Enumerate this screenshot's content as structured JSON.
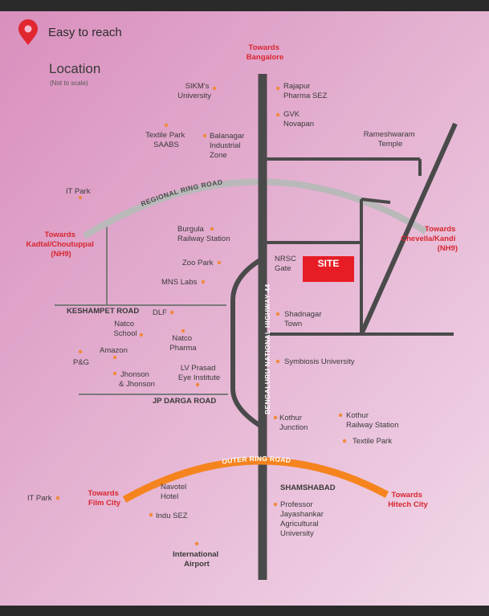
{
  "header": {
    "title": "Easy to reach",
    "pin_color": "#e0262e"
  },
  "legend": {
    "title": "Location",
    "subtitle": "(Not to scale)"
  },
  "colors": {
    "background_top": "#d98fbd",
    "background_bottom": "#f1d8e8",
    "road": "#4a4a4a",
    "regional_ring": "#b9b9b9",
    "outer_ring": "#f5841f",
    "site": "#e81c24",
    "accent_red": "#d8262e",
    "poi_dot": "#f08a3a"
  },
  "roads": {
    "highway": "BENGALURU NATIONAL HIGHWAY-44",
    "regional_ring": "REGIONAL RING ROAD",
    "outer_ring": "OUTER RING ROAD",
    "keshampet": "KESHAMPET ROAD",
    "jp_darga": "JP DARGA ROAD"
  },
  "directions": {
    "bangalore": [
      "Towards",
      "Bangalore"
    ],
    "kadtal": [
      "Towards",
      "Kadtal/Choutuppal",
      "(NH9)"
    ],
    "chevella": [
      "Towards",
      "Chevella/Kandi",
      "(NH9)"
    ],
    "film_city": [
      "Towards",
      "Film City"
    ],
    "hitech_city": [
      "Towards",
      "Hitech City"
    ]
  },
  "site": {
    "label": "SITE"
  },
  "places": {
    "sikms": [
      "SIKM's",
      "University"
    ],
    "rajapur": [
      "Rajapur",
      "Pharma SEZ"
    ],
    "gvk": [
      "GVK",
      "Novapan"
    ],
    "rameshwaram": [
      "Rameshwaram",
      "Temple"
    ],
    "textile_saabs": [
      "Textile Park",
      "SAABS"
    ],
    "balanagar": [
      "Balanagar",
      "Industrial",
      "Zone"
    ],
    "it_park_top": "IT Park",
    "burgula": [
      "Burgula",
      "Railway Station"
    ],
    "zoo_park": "Zoo Park",
    "nrsc": [
      "NRSC",
      "Gate"
    ],
    "mns_labs": "MNS Labs",
    "dlf": "DLF",
    "natco_school": [
      "Natco",
      "School"
    ],
    "natco_pharma": [
      "Natco",
      "Pharma"
    ],
    "shadnagar": [
      "Shadnagar",
      "Town"
    ],
    "amazon": "Amazon",
    "pg": "P&G",
    "symbiosis": "Symbiosis University",
    "jhonson": [
      "Jhonson",
      "& Jhonson"
    ],
    "lv_prasad": [
      "LV Prasad",
      "Eye Institute"
    ],
    "kothur_junction": [
      "Kothur",
      "Junction"
    ],
    "kothur_railway": [
      "Kothur",
      "Railway Station"
    ],
    "textile_park": "Textile Park",
    "navotel": [
      "Navotel",
      "Hotel"
    ],
    "shamshabad": "SHAMSHABAD",
    "it_park_bottom": "IT Park",
    "professor": [
      "Professor",
      "Jayashankar",
      "Agricultural",
      "University"
    ],
    "indu_sez": "Indu SEZ",
    "airport": [
      "International",
      "Airport"
    ]
  }
}
